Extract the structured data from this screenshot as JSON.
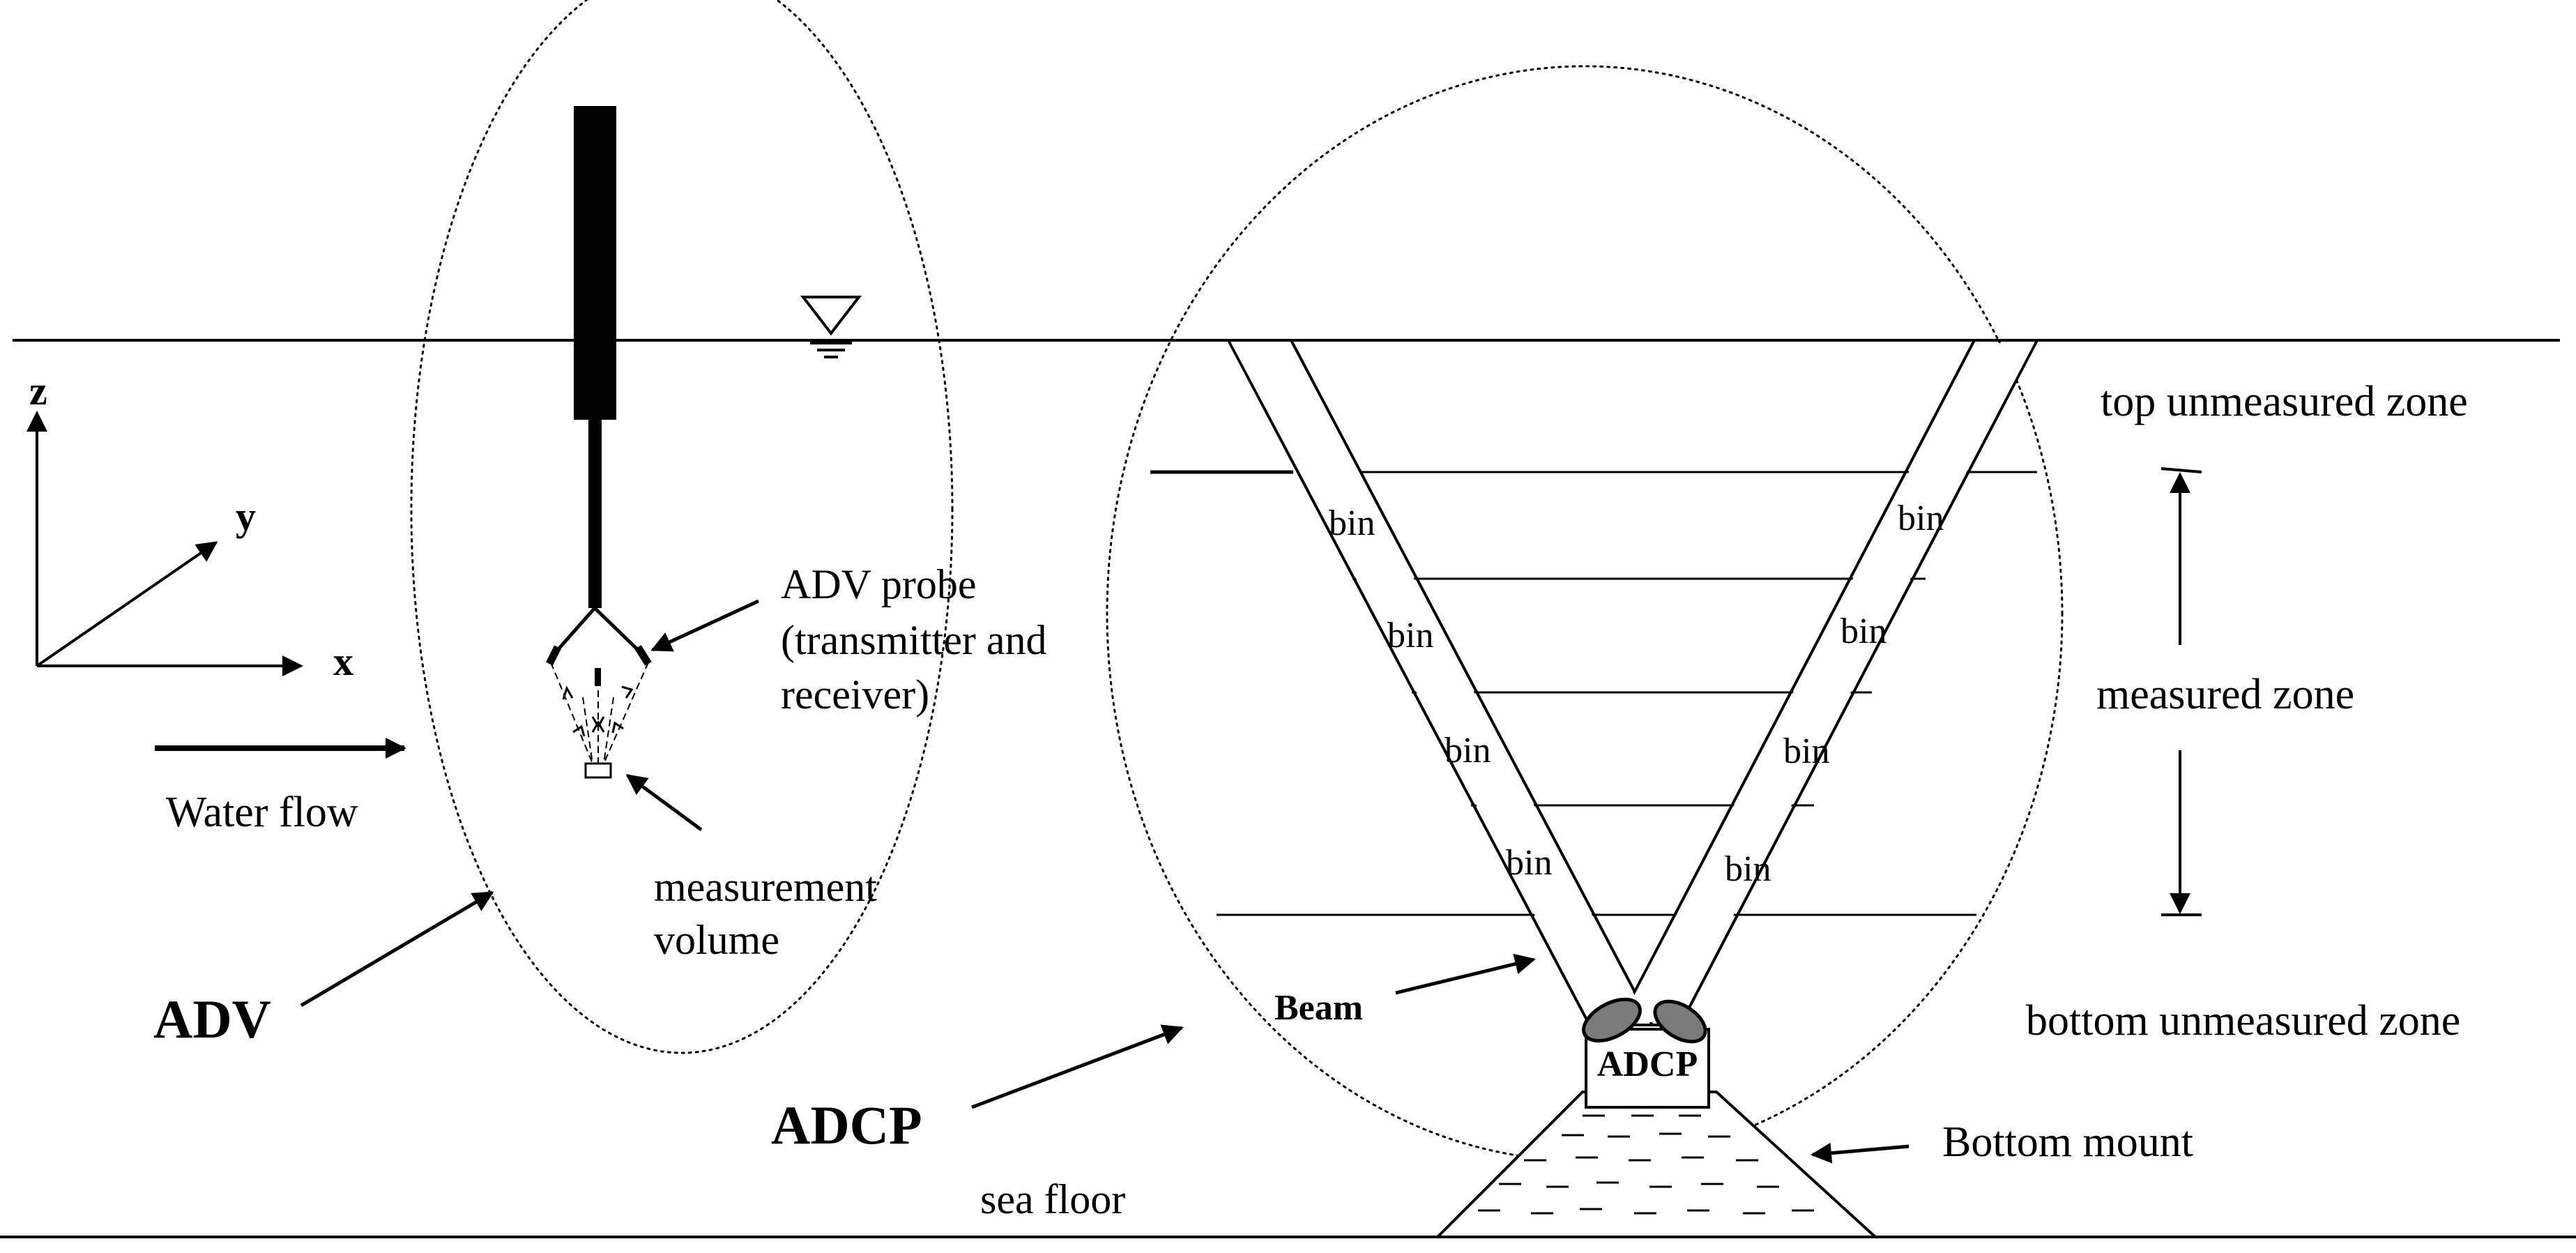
{
  "labels": {
    "axis_z": "z",
    "axis_y": "y",
    "axis_x": "x",
    "water_flow": "Water flow",
    "adv": "ADV",
    "adv_probe_line1": "ADV probe",
    "adv_probe_line2": "(transmitter and",
    "adv_probe_line3": "receiver)",
    "measurement_volume_line1": "measurement",
    "measurement_volume_line2": "volume",
    "adcp": "ADCP",
    "adcp_box": "ADCP",
    "beam": "Beam",
    "bin": "bin",
    "top_unmeasured_zone": "top unmeasured zone",
    "measured_zone": "measured zone",
    "bottom_unmeasured_zone": "bottom unmeasured zone",
    "bottom_mount": "Bottom mount",
    "sea_floor": "sea floor"
  },
  "icons": {
    "water_surface_marker": "inverted-triangle-icon"
  },
  "colors": {
    "ink": "#000000",
    "transducer_fill": "#7a7a7a",
    "background": "#ffffff"
  }
}
